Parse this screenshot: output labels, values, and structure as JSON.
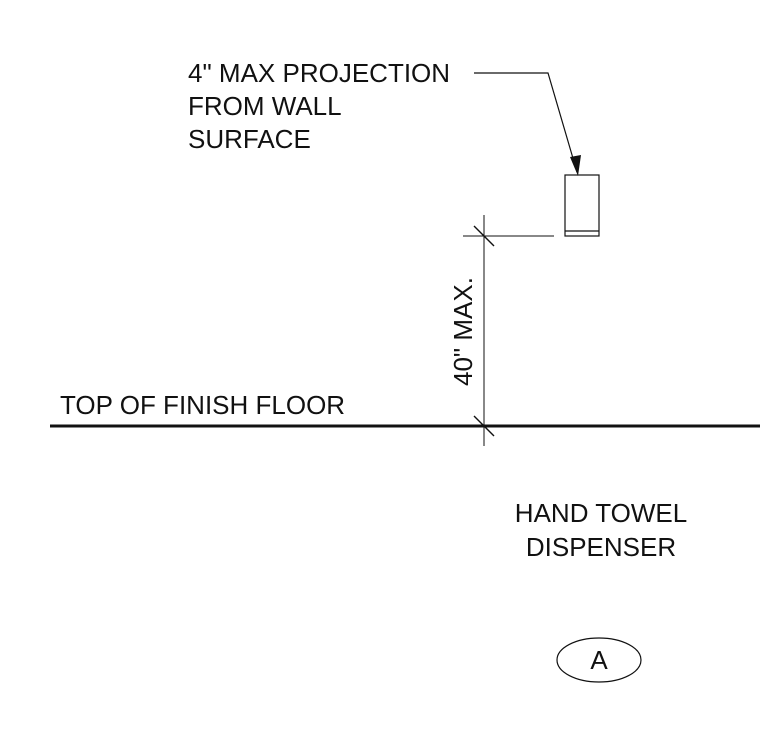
{
  "annotations": {
    "projection_line1": "4\" MAX PROJECTION",
    "projection_line2": "FROM WALL",
    "projection_line3": "SURFACE",
    "floor_label": "TOP OF FINISH FLOOR",
    "height_dimension": "40\" MAX.",
    "title_line1": "HAND TOWEL",
    "title_line2": "DISPENSER",
    "detail_tag": "A"
  },
  "colors": {
    "line": "#111111",
    "background": "#ffffff"
  }
}
